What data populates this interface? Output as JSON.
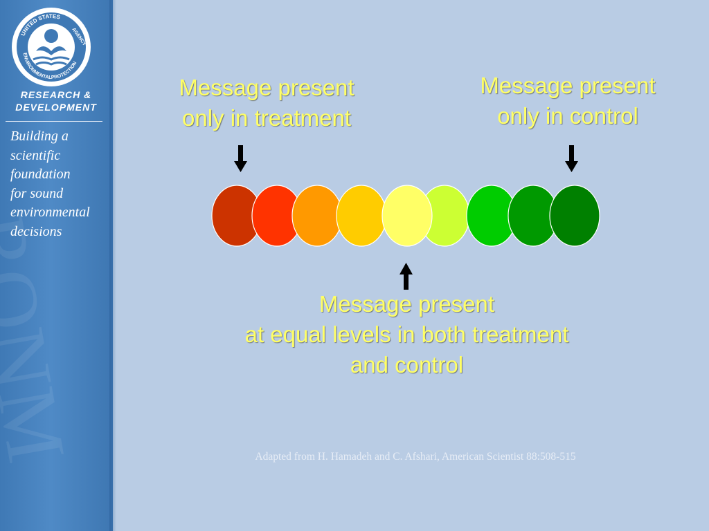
{
  "sidebar": {
    "seal": {
      "top_text": "UNITED STATES",
      "left_text": "ENVIRONMENTAL",
      "bottom_text": "PROTECTION",
      "right_text": "AGENCY"
    },
    "org_line1": "RESEARCH &",
    "org_line2": "DEVELOPMENT",
    "tagline": "Building a\nscientific\nfoundation\nfor sound\nenvironmental\ndecisions"
  },
  "labels": {
    "treatment": "Message present\nonly in treatment",
    "control": "Message present\n only in control",
    "equal": "Message present\nat equal levels in both treatment\nand control"
  },
  "credit": "Adapted from H. Hamadeh and C. Afshari, American Scientist 88:508-515",
  "colors": {
    "label_text": "#ffff66",
    "scale": [
      "#cc3300",
      "#ff3300",
      "#ff9900",
      "#ffcc00",
      "#ffff66",
      "#ccff33",
      "#00cc00",
      "#009900",
      "#008000"
    ]
  }
}
